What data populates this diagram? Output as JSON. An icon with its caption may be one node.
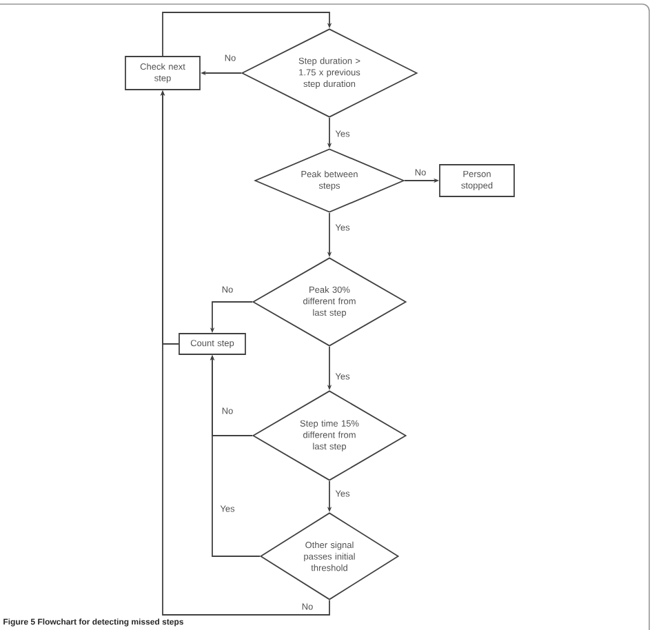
{
  "diagram": {
    "caption": "Figure 5 Flowchart for detecting missed steps",
    "nodes": [
      {
        "text": [
          "Step duration > 1.75 x previous step duration"
        ]
      },
      {
        "text": [
          "Check next step"
        ]
      },
      {
        "text": [
          "Peak between steps"
        ]
      },
      {
        "text": [
          "Person stopped"
        ]
      },
      {
        "text": [
          "Peak 30% different from last step"
        ]
      },
      {
        "text": [
          "Count step"
        ]
      },
      {
        "text": [
          "Step time 15% different from last step"
        ]
      },
      {
        "text": [
          "Other signal passes initial threshold"
        ]
      }
    ],
    "edges": [
      {
        "from": 0,
        "to": 1,
        "arrow": "to",
        "label": "No"
      },
      {
        "from": 1,
        "to": 0,
        "arrow": "to"
      },
      {
        "from": 0,
        "to": 2,
        "arrow": "to",
        "label": "Yes"
      },
      {
        "from": 2,
        "to": 3,
        "arrow": "to",
        "label": "No"
      },
      {
        "from": 2,
        "to": 4,
        "arrow": "to",
        "label": "Yes"
      },
      {
        "from": 4,
        "to": 5,
        "arrow": "to",
        "label": "No"
      },
      {
        "from": 4,
        "to": 6,
        "arrow": "to",
        "label": "Yes"
      },
      {
        "from": 6,
        "to": 5,
        "arrow": "to",
        "label": "No"
      },
      {
        "from": 6,
        "to": 7,
        "arrow": "to",
        "label": "Yes"
      },
      {
        "from": 7,
        "to": 5,
        "arrow": "to",
        "label": "Yes"
      },
      {
        "from": 7,
        "to": 1,
        "arrow": "to",
        "label": "No"
      },
      {
        "from": 5,
        "to": 1,
        "arrow": "to"
      }
    ]
  }
}
